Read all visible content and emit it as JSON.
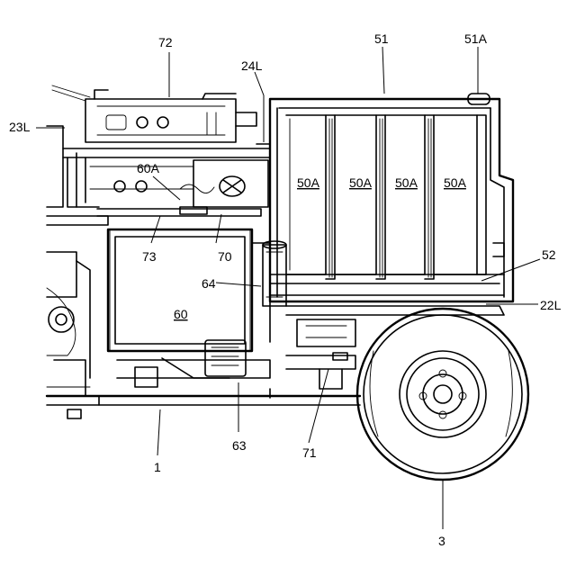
{
  "labels": {
    "l72": "72",
    "l51": "51",
    "l51A": "51A",
    "l24L": "24L",
    "l23L": "23L",
    "l60A": "60A",
    "l50A_1": "50A",
    "l50A_2": "50A",
    "l50A_3": "50A",
    "l50A_4": "50A",
    "l52": "52",
    "l73": "73",
    "l70": "70",
    "l64": "64",
    "l22L": "22L",
    "l60": "60",
    "l63": "63",
    "l71": "71",
    "l1": "1",
    "l3": "3"
  }
}
